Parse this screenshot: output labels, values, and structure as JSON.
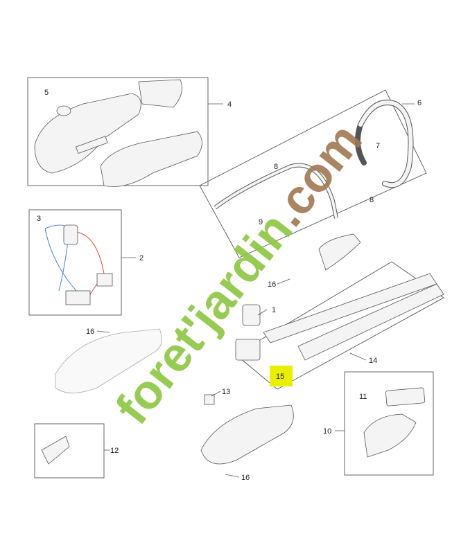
{
  "diagram": {
    "labels": [
      {
        "id": "1",
        "text": "1"
      },
      {
        "id": "2",
        "text": "2"
      },
      {
        "id": "3",
        "text": "3"
      },
      {
        "id": "4",
        "text": "4"
      },
      {
        "id": "5",
        "text": "5"
      },
      {
        "id": "6",
        "text": "6"
      },
      {
        "id": "7",
        "text": "7"
      },
      {
        "id": "8a",
        "text": "8"
      },
      {
        "id": "8b",
        "text": "8"
      },
      {
        "id": "9",
        "text": "9"
      },
      {
        "id": "10",
        "text": "10"
      },
      {
        "id": "11",
        "text": "11"
      },
      {
        "id": "12",
        "text": "12"
      },
      {
        "id": "13",
        "text": "13"
      },
      {
        "id": "14",
        "text": "14"
      },
      {
        "id": "15",
        "text": "15"
      },
      {
        "id": "16a",
        "text": "16"
      },
      {
        "id": "16b",
        "text": "16"
      },
      {
        "id": "16c",
        "text": "16"
      }
    ],
    "highlight_color": "#e8ef00",
    "highlighted_part": "15"
  },
  "watermark": {
    "text_main": "foret'jardin",
    "text_suffix": ".com",
    "color_main": "#8cc63f",
    "color_suffix": "#a07850"
  }
}
